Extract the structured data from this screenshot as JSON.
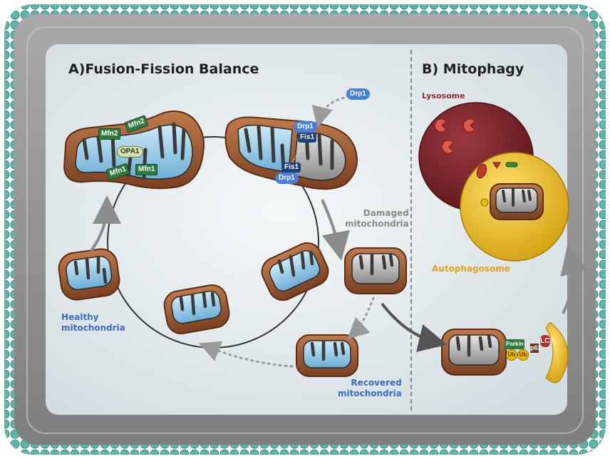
{
  "panels": {
    "a_title": "A)Fusion-Fission Balance",
    "b_title": "B) Mitophagy"
  },
  "labels": {
    "healthy": [
      "Healthy",
      "mitochondria"
    ],
    "damaged": [
      "Damaged",
      "mitochondria"
    ],
    "recovered": [
      "Recovered",
      "mitochondria"
    ],
    "lysosome": "Lysosome",
    "autophagosome": "Autophagosome"
  },
  "proteins": {
    "mfn2_a": "Mfn2",
    "mfn2_b": "Mfn2",
    "opa1": "OPA1",
    "mfn1_a": "Mfn1",
    "mfn1_b": "Mfn1",
    "drp1_free": "Drp1",
    "drp1_top": "Drp1",
    "fis1_top": "Fis1",
    "fis1_bottom": "Fis1",
    "drp1_bottom": "Drp1",
    "parkin": "Parkin",
    "ub_a": "Ub",
    "ub_b": "Ub",
    "p62": "p62",
    "lc3": "LC3"
  },
  "colors": {
    "membrane_bead": "#5fb3a9",
    "cell_band": "#8e8e90",
    "cytoplasm": "#dfe7ea",
    "mito_outer": "#9a5a34",
    "healthy_cristae": "#9fd3ee",
    "damaged_cristae": "#bdbdbd",
    "lysosome": "#7e2228",
    "autophagosome": "#e6b81c"
  }
}
